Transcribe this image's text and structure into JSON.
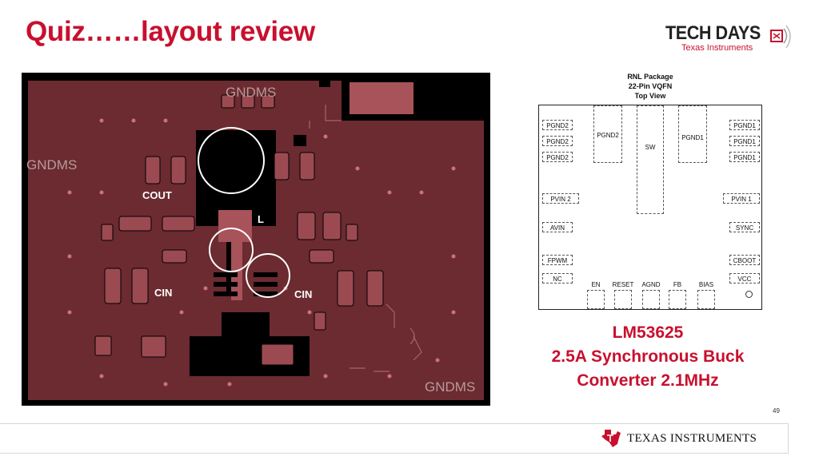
{
  "slide": {
    "title": "Quiz……layout review",
    "page_number": "49"
  },
  "brand": {
    "event_logo_text": "TECH DAYS",
    "event_logo_sub": "Texas Instruments",
    "footer_logo_text": "Texas Instruments",
    "accent_color": "#c8102e"
  },
  "pcb": {
    "labels": {
      "gnd_top": "GNDMS",
      "gnd_left": "GNDMS",
      "gnd_bottom": "GNDMS",
      "cout": "COUT",
      "inductor": "L",
      "cin_left": "CIN",
      "cin_right": "CIN"
    },
    "board_color": "#6b2b30",
    "copper_color": "#a8525a"
  },
  "package": {
    "title_line1": "RNL Package",
    "title_line2": "22-Pin VQFN",
    "title_line3": "Top View",
    "left_pins": [
      "PGND2",
      "PGND2",
      "PGND2",
      "PVIN 2",
      "AVIN",
      "FPWM",
      "NC"
    ],
    "right_pins": [
      "PGND1",
      "PGND1",
      "PGND1",
      "PVIN 1",
      "SYNC",
      "CBOOT",
      "VCC"
    ],
    "pads": {
      "pgnd2": "PGND2",
      "sw": "SW",
      "pgnd1": "PGND1"
    },
    "bottom_pins": [
      "EN",
      "RESET",
      "AGND",
      "FB",
      "BIAS"
    ]
  },
  "caption": {
    "line1": "LM53625",
    "line2": "2.5A Synchronous Buck",
    "line3": "Converter 2.1MHz"
  }
}
